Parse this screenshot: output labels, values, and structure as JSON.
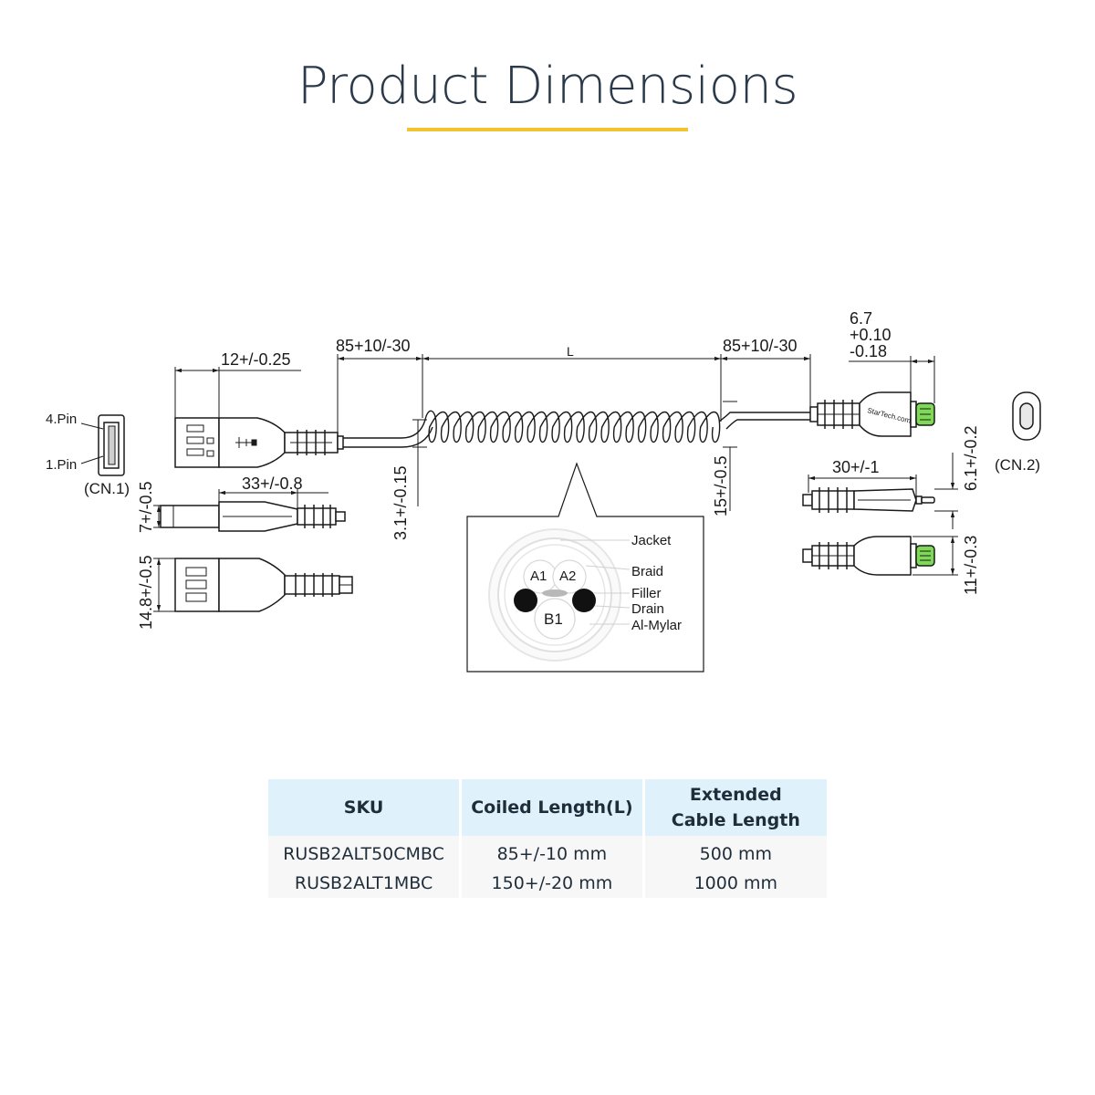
{
  "title": "Product Dimensions",
  "colors": {
    "accent_underline": "#f2c32e",
    "table_header_bg": "#dff1fb",
    "connector_green": "#7ed957"
  },
  "usb_a": {
    "pin4": "4.Pin",
    "pin1": "1.Pin",
    "connector": "(CN.1)",
    "dim_width": "12+/-0.25",
    "dim_length": "33+/-0.8",
    "dim_thickness": "7+/-0.5",
    "dim_height": "14.8+/-0.5"
  },
  "cable": {
    "dim_left_lead": "85+10/-30",
    "dim_coil": "L",
    "dim_right_lead": "85+10/-30",
    "dim_coil_left_offset": "3.1+/-0.15",
    "dim_coil_right_offset": "15+/-0.5"
  },
  "cross_section": {
    "labels": [
      "Jacket",
      "Braid",
      "Filler",
      "Drain",
      "Al-Mylar"
    ],
    "wires": {
      "a1": "A1",
      "a2": "A2",
      "b1": "B1"
    }
  },
  "lightning": {
    "dim_tip_nominal": "6.7",
    "dim_tip_plus": "+0.10",
    "dim_tip_minus": "-0.18",
    "connector": "(CN.2)",
    "brand_text": "StarTech.com",
    "dim_length": "30+/-1",
    "dim_thickness": "6.1+/-0.2",
    "dim_height": "11+/-0.3"
  },
  "table": {
    "headers": {
      "sku": "SKU",
      "coiled": "Coiled Length(L)",
      "extended_line1": "Extended",
      "extended_line2": "Cable Length"
    },
    "rows": [
      {
        "sku": "RUSB2ALT50CMBC",
        "coiled": "85+/-10 mm",
        "extended": "500 mm"
      },
      {
        "sku": "RUSB2ALT1MBC",
        "coiled": "150+/-20 mm",
        "extended": "1000 mm"
      }
    ]
  }
}
